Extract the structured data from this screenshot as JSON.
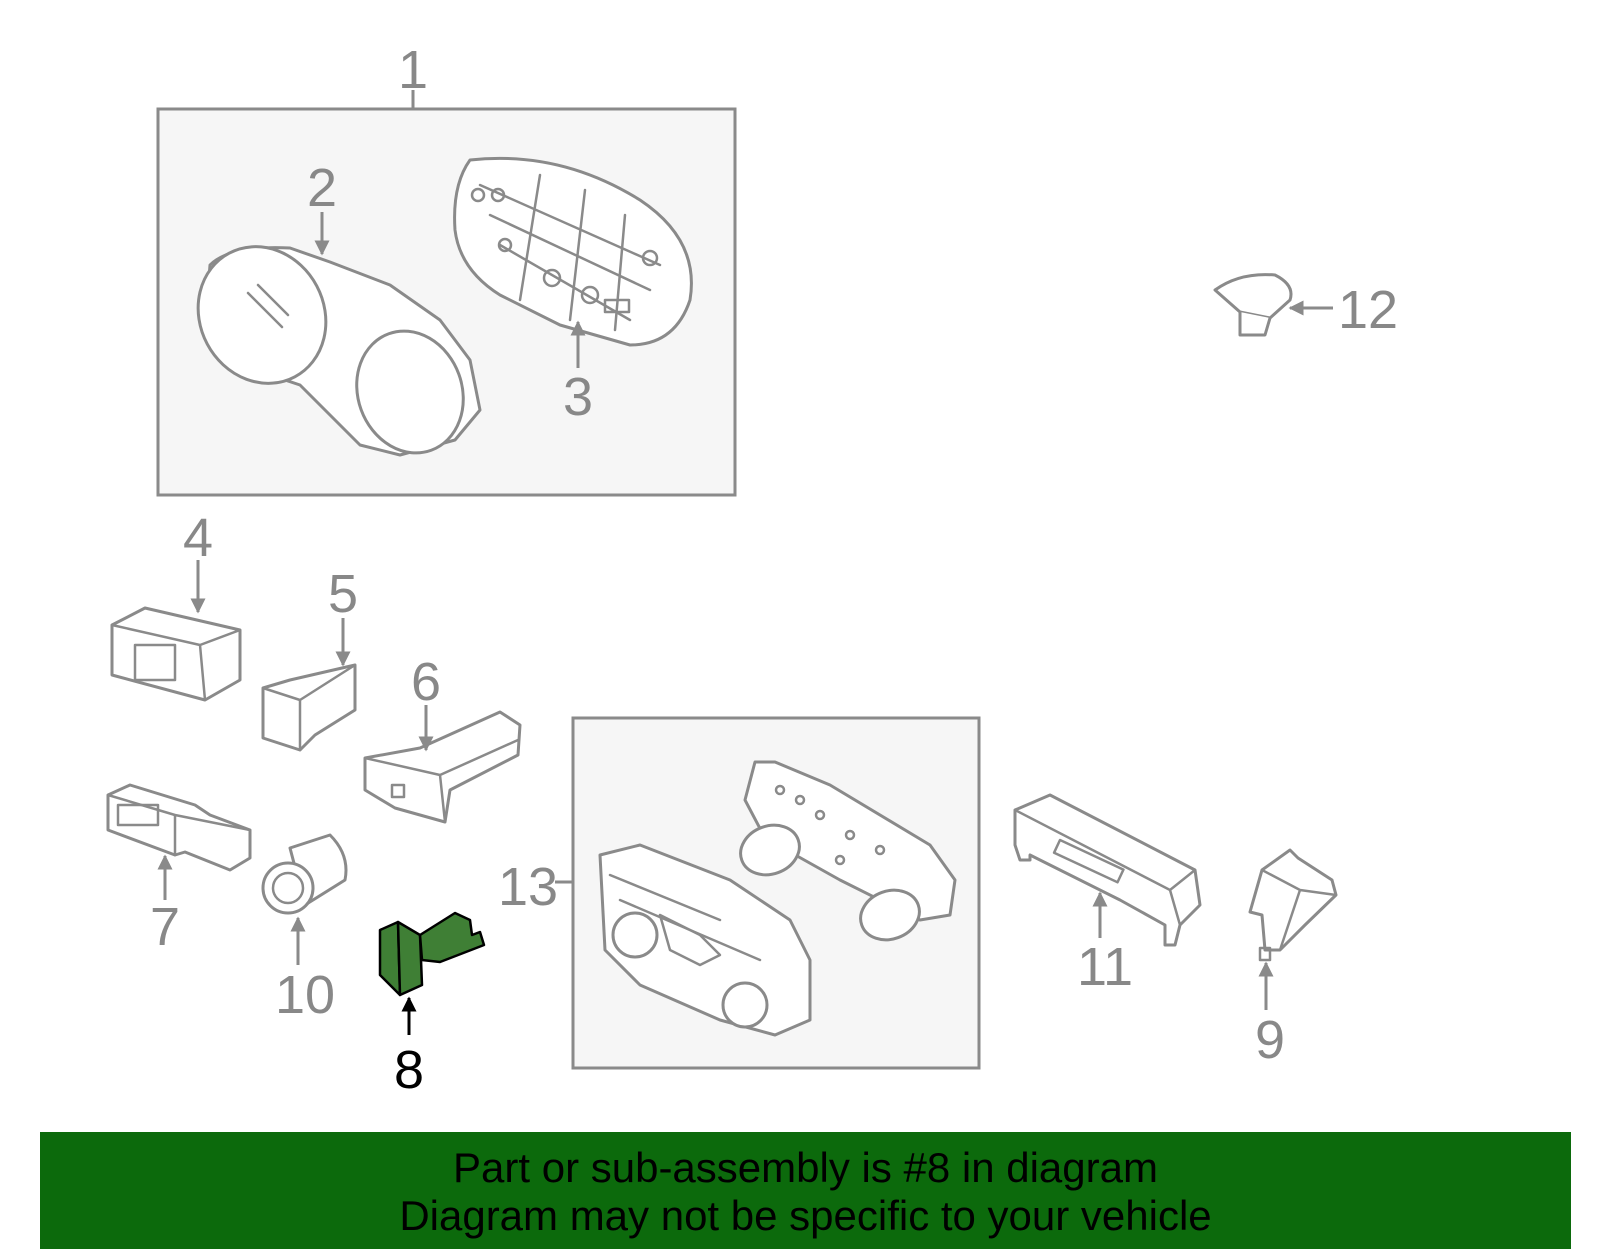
{
  "callouts": {
    "c1": "1",
    "c2": "2",
    "c3": "3",
    "c4": "4",
    "c5": "5",
    "c6": "6",
    "c7": "7",
    "c8": "8",
    "c9": "9",
    "c10": "10",
    "c11": "11",
    "c12": "12",
    "c13": "13"
  },
  "highlighted_part": "8",
  "colors": {
    "highlight_fill": "#3f7f35",
    "banner_background": "#0c6a0c",
    "line_art": "#8a8a8a",
    "box_fill": "#f6f6f6"
  },
  "banner": {
    "line1": "Part or sub-assembly is #8 in diagram",
    "line2": "Diagram may not be specific to your vehicle"
  }
}
